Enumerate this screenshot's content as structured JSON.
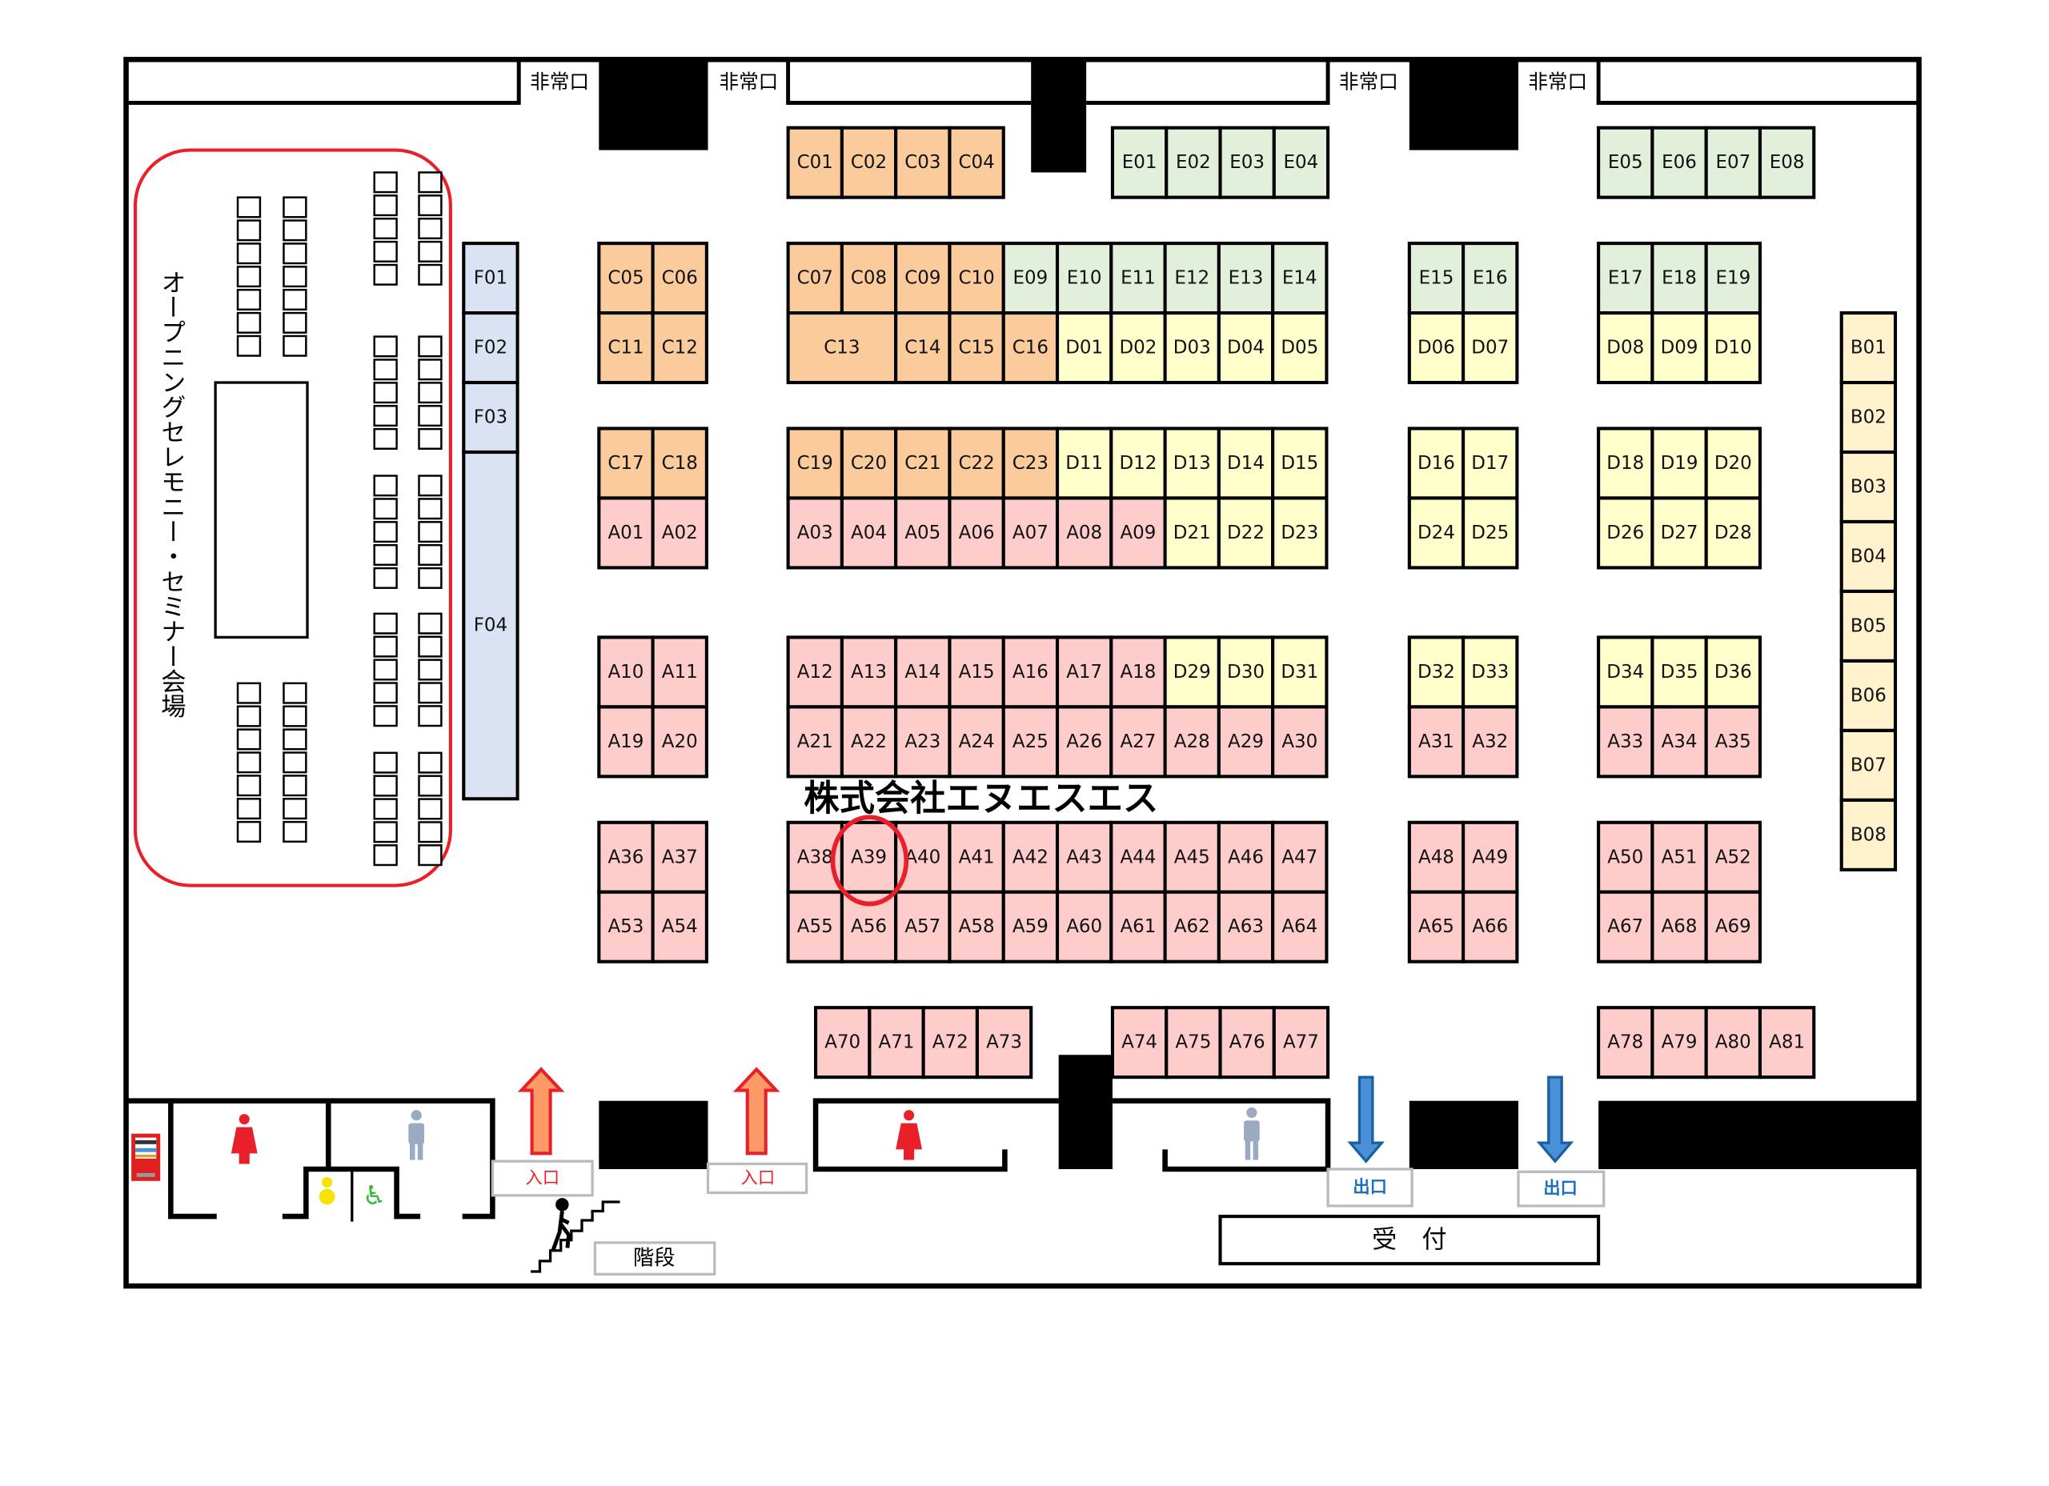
{
  "map_title": "株式会社エヌエスエス",
  "highlighted_booth": "A39",
  "labels": {
    "emergency_exit": "非常口",
    "seminar_hall": "オープニングセレモニー・セミナー会場",
    "entrance": "入口",
    "exit": "出口",
    "stairs": "階段",
    "reception": "受　付"
  },
  "zone_colors": {
    "A": "#FFCCCC",
    "B": "#FFF2CC",
    "C": "#FBCB9C",
    "D": "#FFFFCC",
    "E": "#E2EFDA",
    "F": "#DAE3F3"
  },
  "accent_colors": {
    "highlight": "#E8202A",
    "entrance_arrow": "#FF9966",
    "exit_arrow": "#4A90D9"
  },
  "booths": {
    "r1a": [
      "C01",
      "C02",
      "C03",
      "C04"
    ],
    "r1b": [
      "E01",
      "E02",
      "E03",
      "E04"
    ],
    "r1c": [
      "E05",
      "E06",
      "E07",
      "E08"
    ],
    "r2a": [
      "C05",
      "C06"
    ],
    "r2b": [
      "C07",
      "C08",
      "C09",
      "C10",
      "E09",
      "E10",
      "E11",
      "E12",
      "E13",
      "E14"
    ],
    "r2c": [
      "E15",
      "E16"
    ],
    "r2d": [
      "E17",
      "E18",
      "E19"
    ],
    "r3a": [
      "C11",
      "C12"
    ],
    "r3b": [
      "C13",
      "C14",
      "C15",
      "C16",
      "D01",
      "D02",
      "D03",
      "D04",
      "D05"
    ],
    "r3c": [
      "D06",
      "D07"
    ],
    "r3d": [
      "D08",
      "D09",
      "D10"
    ],
    "r4a": [
      "C17",
      "C18"
    ],
    "r4b": [
      "C19",
      "C20",
      "C21",
      "C22",
      "C23",
      "D11",
      "D12",
      "D13",
      "D14",
      "D15"
    ],
    "r4c": [
      "D16",
      "D17"
    ],
    "r4d": [
      "D18",
      "D19",
      "D20"
    ],
    "r5a": [
      "A01",
      "A02"
    ],
    "r5b": [
      "A03",
      "A04",
      "A05",
      "A06",
      "A07",
      "A08",
      "A09",
      "D21",
      "D22",
      "D23"
    ],
    "r5c": [
      "D24",
      "D25"
    ],
    "r5d": [
      "D26",
      "D27",
      "D28"
    ],
    "r6a": [
      "A10",
      "A11"
    ],
    "r6b": [
      "A12",
      "A13",
      "A14",
      "A15",
      "A16",
      "A17",
      "A18",
      "D29",
      "D30",
      "D31"
    ],
    "r6c": [
      "D32",
      "D33"
    ],
    "r6d": [
      "D34",
      "D35",
      "D36"
    ],
    "r7a": [
      "A19",
      "A20"
    ],
    "r7b": [
      "A21",
      "A22",
      "A23",
      "A24",
      "A25",
      "A26",
      "A27",
      "A28",
      "A29",
      "A30"
    ],
    "r7c": [
      "A31",
      "A32"
    ],
    "r7d": [
      "A33",
      "A34",
      "A35"
    ],
    "r8a": [
      "A36",
      "A37"
    ],
    "r8b": [
      "A38",
      "A39",
      "A40",
      "A41",
      "A42",
      "A43",
      "A44",
      "A45",
      "A46",
      "A47"
    ],
    "r8c": [
      "A48",
      "A49"
    ],
    "r8d": [
      "A50",
      "A51",
      "A52"
    ],
    "r9a": [
      "A53",
      "A54"
    ],
    "r9b": [
      "A55",
      "A56",
      "A57",
      "A58",
      "A59",
      "A60",
      "A61",
      "A62",
      "A63",
      "A64"
    ],
    "r9c": [
      "A65",
      "A66"
    ],
    "r9d": [
      "A67",
      "A68",
      "A69"
    ],
    "r10a": [
      "A70",
      "A71",
      "A72",
      "A73"
    ],
    "r10b": [
      "A74",
      "A75",
      "A76",
      "A77"
    ],
    "r10c": [
      "A78",
      "A79",
      "A80",
      "A81"
    ],
    "bcol": [
      "B01",
      "B02",
      "B03",
      "B04",
      "B05",
      "B06",
      "B07",
      "B08"
    ],
    "fcol": [
      "F01",
      "F02",
      "F03",
      "F04"
    ]
  }
}
